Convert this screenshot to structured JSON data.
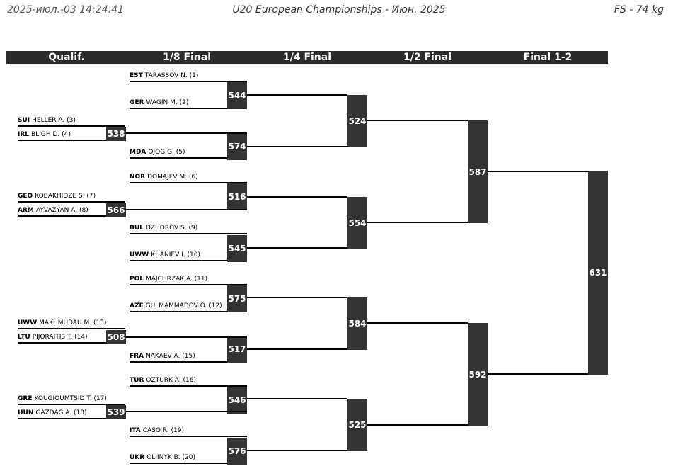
{
  "header": {
    "timestamp": "2025-июл.-03 14:24:41",
    "title": "U20 European Championships - Июн. 2025",
    "category": "FS - 74 kg"
  },
  "rounds": [
    "Qualif.",
    "1/8 Final",
    "1/4 Final",
    "1/2 Final",
    "Final 1-2"
  ],
  "qualification": [
    {
      "id": "538",
      "a": {
        "cc": "SUI",
        "name": "HELLER A. (3)"
      },
      "b": {
        "cc": "IRL",
        "name": "BLIGH D. (4)"
      }
    },
    {
      "id": "566",
      "a": {
        "cc": "GEO",
        "name": "KOBAKHIDZE S. (7)"
      },
      "b": {
        "cc": "ARM",
        "name": "AYVAZYAN A. (8)"
      }
    },
    {
      "id": "508",
      "a": {
        "cc": "UWW",
        "name": "MAKHMUDAU M. (13)"
      },
      "b": {
        "cc": "LTU",
        "name": "PIJORAITIS T. (14)"
      }
    },
    {
      "id": "539",
      "a": {
        "cc": "GRE",
        "name": "KOUGIOUMTSID T. (17)"
      },
      "b": {
        "cc": "HUN",
        "name": "GAZDAG A. (18)"
      }
    }
  ],
  "eighth_final": [
    {
      "id": "544",
      "a": {
        "cc": "EST",
        "name": "TARASSOV N. (1)"
      },
      "b": {
        "cc": "GER",
        "name": "WAGIN M. (2)"
      }
    },
    {
      "id": "574",
      "a": null,
      "b": {
        "cc": "MDA",
        "name": "OJOG G. (5)"
      }
    },
    {
      "id": "516",
      "a": {
        "cc": "NOR",
        "name": "DOMAJEV M. (6)"
      },
      "b": null
    },
    {
      "id": "545",
      "a": {
        "cc": "BUL",
        "name": "DZHOROV S. (9)"
      },
      "b": {
        "cc": "UWW",
        "name": "KHANIEV I. (10)"
      }
    },
    {
      "id": "575",
      "a": {
        "cc": "POL",
        "name": "MAJCHRZAK A. (11)"
      },
      "b": {
        "cc": "AZE",
        "name": "GULMAMMADOV O. (12)"
      }
    },
    {
      "id": "517",
      "a": null,
      "b": {
        "cc": "FRA",
        "name": "NAKAEV A. (15)"
      }
    },
    {
      "id": "546",
      "a": {
        "cc": "TUR",
        "name": "OZTURK A. (16)"
      },
      "b": null
    },
    {
      "id": "576",
      "a": {
        "cc": "ITA",
        "name": "CASO R. (19)"
      },
      "b": {
        "cc": "UKR",
        "name": "OLIINYK B. (20)"
      }
    }
  ],
  "quarter_final": [
    "524",
    "554",
    "584",
    "525"
  ],
  "semi_final": [
    "587",
    "592"
  ],
  "final": "631"
}
